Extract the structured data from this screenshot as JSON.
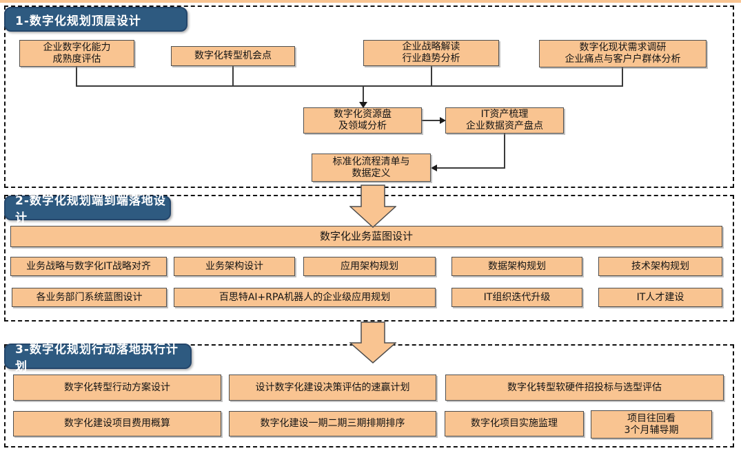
{
  "colors": {
    "box_fill": "#F9C491",
    "box_border": "#4d4d4d",
    "banner_fill": "#2E5A80",
    "banner_border": "#24466B",
    "banner_text": "#ffffff",
    "arrow_fill": "#F9C491",
    "connector_line": "#3a3a3a",
    "dashed_border": "#0d0d0d",
    "background": "#ffffff"
  },
  "s1": {
    "banner": "1-数字化规划顶层设计",
    "b1": [
      "企业数字化能力",
      "成熟度评估"
    ],
    "b2": [
      "数字化转型机会点"
    ],
    "b3": [
      "企业战略解读",
      "行业趋势分析"
    ],
    "b4": [
      "数字化现状需求调研",
      "企业痛点与客户户群体分析"
    ],
    "resource": [
      "数字化资源盘",
      "及领域分析"
    ],
    "it_asset": [
      "IT资产梳理",
      "企业数据资产盘点"
    ],
    "process": [
      "标准化流程清单与",
      "数据定义"
    ]
  },
  "s2": {
    "banner": "2-数字化规划端到端落地设计",
    "bar": "数字化业务蓝图设计",
    "row1": [
      "业务战略与数字化IT战略对齐",
      "业务架构设计",
      "应用架构规划",
      "数据架构规划",
      "技术架构规划"
    ],
    "row2": [
      "各业务部门系统蓝图设计",
      "百思特AI+RPA机器人的企业级应用规划",
      "IT组织迭代升级",
      "IT人才建设"
    ]
  },
  "s3": {
    "banner": "3-数字化规划行动落地执行计划",
    "row1": [
      "数字化转型行动方案设计",
      "设计数字化建设决策评估的速赢计划",
      "数字化转型软硬件招投标与选型评估"
    ],
    "row2": [
      "数字化建设项目费用概算",
      "数字化建设一期二期三期排期排序",
      "数字化项目实施监理"
    ],
    "coach": [
      "项目往回看",
      "3个月辅导期"
    ]
  }
}
